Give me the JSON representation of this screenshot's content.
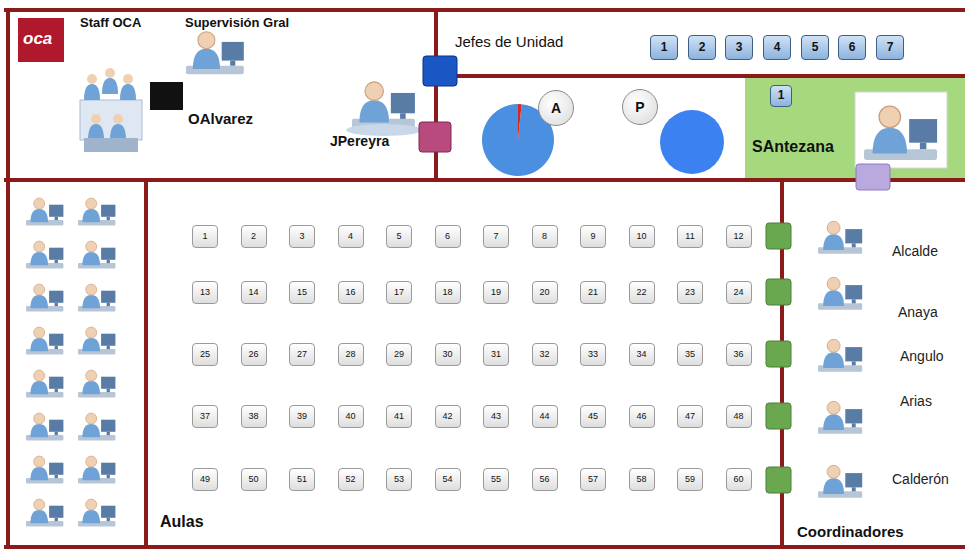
{
  "diagram": {
    "nodes": [
      {
        "text": [
          "Staff OCA",
          "Supervisión Gral"
        ]
      },
      {
        "text": [
          "Jefes de Unidad"
        ]
      },
      {
        "text": [
          "1"
        ],
        "in": 1
      },
      {
        "text": [
          "2"
        ],
        "in": 1
      },
      {
        "text": [
          "3"
        ],
        "in": 1
      },
      {
        "text": [
          "4"
        ],
        "in": 1
      },
      {
        "text": [
          "5"
        ],
        "in": 1
      },
      {
        "text": [
          "6"
        ],
        "in": 1
      },
      {
        "text": [
          "7"
        ],
        "in": 1
      },
      {
        "text": [
          "A"
        ]
      },
      {
        "text": [
          "P"
        ]
      },
      {
        "text": [
          "SAntezana"
        ]
      },
      {
        "text": [
          "1"
        ],
        "in": 11
      },
      {
        "text": [
          "Aulas"
        ]
      },
      {
        "text": [
          "1"
        ],
        "in": 13
      },
      {
        "text": [
          "2"
        ],
        "in": 13
      },
      {
        "text": [
          "3"
        ],
        "in": 13
      },
      {
        "text": [
          "4"
        ],
        "in": 13
      },
      {
        "text": [
          "5"
        ],
        "in": 13
      },
      {
        "text": [
          "6"
        ],
        "in": 13
      },
      {
        "text": [
          "7"
        ],
        "in": 13
      },
      {
        "text": [
          "8"
        ],
        "in": 13
      },
      {
        "text": [
          "9"
        ],
        "in": 13
      },
      {
        "text": [
          "10"
        ],
        "in": 13
      },
      {
        "text": [
          "11"
        ],
        "in": 13
      },
      {
        "text": [
          "12"
        ],
        "in": 13
      },
      {
        "text": [
          "13"
        ],
        "in": 13
      },
      {
        "text": [
          "14"
        ],
        "in": 13
      },
      {
        "text": [
          "15"
        ],
        "in": 13
      },
      {
        "text": [
          "16"
        ],
        "in": 13
      },
      {
        "text": [
          "17"
        ],
        "in": 13
      },
      {
        "text": [
          "18"
        ],
        "in": 13
      },
      {
        "text": [
          "19"
        ],
        "in": 13
      },
      {
        "text": [
          "20"
        ],
        "in": 13
      },
      {
        "text": [
          "21"
        ],
        "in": 13
      },
      {
        "text": [
          "22"
        ],
        "in": 13
      },
      {
        "text": [
          "23"
        ],
        "in": 13
      },
      {
        "text": [
          "24"
        ],
        "in": 13
      },
      {
        "text": [
          "25"
        ],
        "in": 13
      },
      {
        "text": [
          "26"
        ],
        "in": 13
      },
      {
        "text": [
          "27"
        ],
        "in": 13
      },
      {
        "text": [
          "28"
        ],
        "in": 13
      },
      {
        "text": [
          "29"
        ],
        "in": 13
      },
      {
        "text": [
          "30"
        ],
        "in": 13
      },
      {
        "text": [
          "31"
        ],
        "in": 13
      },
      {
        "text": [
          "32"
        ],
        "in": 13
      },
      {
        "text": [
          "33"
        ],
        "in": 13
      },
      {
        "text": [
          "34"
        ],
        "in": 13
      },
      {
        "text": [
          "35"
        ],
        "in": 13
      },
      {
        "text": [
          "36"
        ],
        "in": 13
      },
      {
        "text": [
          "37"
        ],
        "in": 13
      },
      {
        "text": [
          "38"
        ],
        "in": 13
      },
      {
        "text": [
          "39"
        ],
        "in": 13
      },
      {
        "text": [
          "40"
        ],
        "in": 13
      },
      {
        "text": [
          "41"
        ],
        "in": 13
      },
      {
        "text": [
          "42"
        ],
        "in": 13
      },
      {
        "text": [
          "43"
        ],
        "in": 13
      },
      {
        "text": [
          "44"
        ],
        "in": 13
      },
      {
        "text": [
          "45"
        ],
        "in": 13
      },
      {
        "text": [
          "46"
        ],
        "in": 13
      },
      {
        "text": [
          "47"
        ],
        "in": 13
      },
      {
        "text": [
          "48"
        ],
        "in": 13
      },
      {
        "text": [
          "49"
        ],
        "in": 13
      },
      {
        "text": [
          "50"
        ],
        "in": 13
      },
      {
        "text": [
          "51"
        ],
        "in": 13
      },
      {
        "text": [
          "52"
        ],
        "in": 13
      },
      {
        "text": [
          "53"
        ],
        "in": 13
      },
      {
        "text": [
          "54"
        ],
        "in": 13
      },
      {
        "text": [
          "55"
        ],
        "in": 13
      },
      {
        "text": [
          "56"
        ],
        "in": 13
      },
      {
        "text": [
          "57"
        ],
        "in": 13
      },
      {
        "text": [
          "58"
        ],
        "in": 13
      },
      {
        "text": [
          "59"
        ],
        "in": 13
      },
      {
        "text": [
          "60"
        ],
        "in": 13
      },
      {
        "text": [
          "Coordinadores"
        ]
      }
    ],
    "labels": [
      "oca",
      "OAlvarez",
      "JPereyra",
      "Alcalde",
      "Anaya",
      "Angulo",
      "Arias",
      "Calderón"
    ]
  }
}
